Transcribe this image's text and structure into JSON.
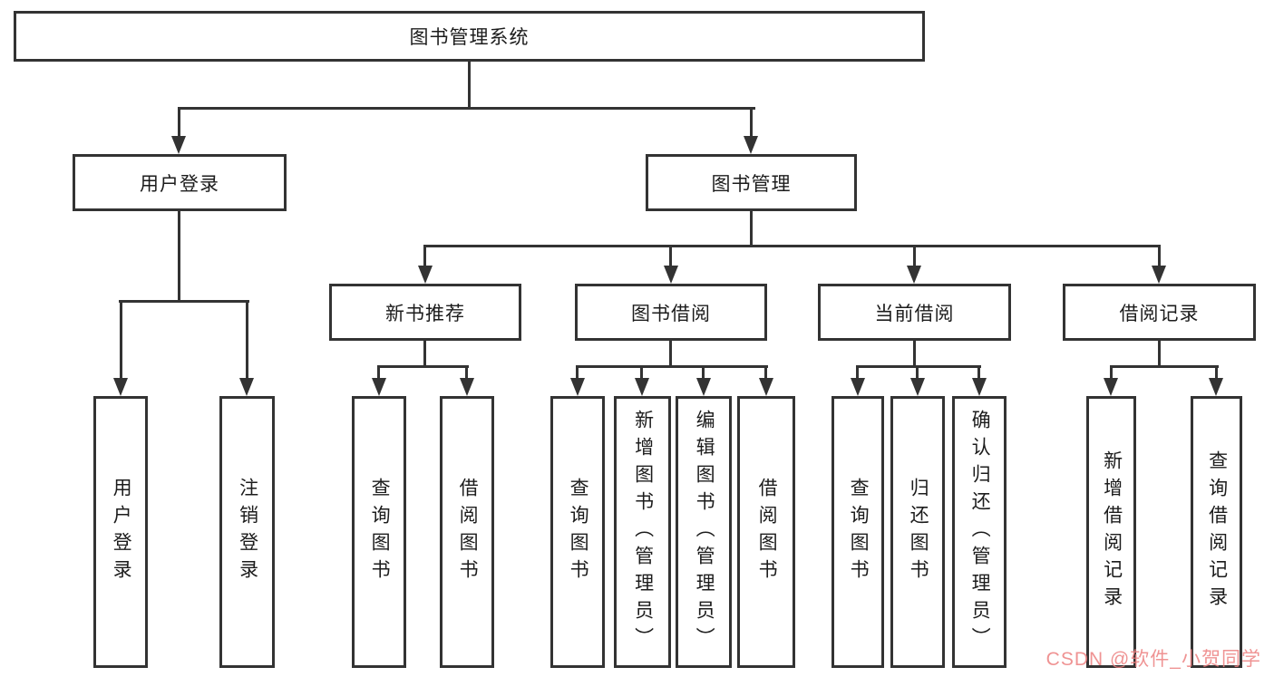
{
  "diagram": {
    "title": "图书管理系统",
    "branches": {
      "user_login": {
        "label": "用户登录",
        "children": [
          "用户登录",
          "注销登录"
        ]
      },
      "book_mgmt": {
        "label": "图书管理",
        "children": {
          "new_book_recommend": {
            "label": "新书推荐",
            "children": [
              "查询图书",
              "借阅图书"
            ]
          },
          "book_borrow": {
            "label": "图书借阅",
            "children": [
              "查询图书",
              "新增图书（管理员）",
              "编辑图书（管理员）",
              "借阅图书"
            ]
          },
          "current_borrow": {
            "label": "当前借阅",
            "children": [
              "查询图书",
              "归还图书",
              "确认归还（管理员）"
            ]
          },
          "borrow_records": {
            "label": "借阅记录",
            "children": [
              "新增借阅记录",
              "查询借阅记录"
            ]
          }
        }
      }
    }
  },
  "watermark": {
    "text": "CSDN @软件_小贺同学",
    "color": "#ec8080"
  },
  "colors": {
    "line": "#333333",
    "background": "#ffffff"
  }
}
